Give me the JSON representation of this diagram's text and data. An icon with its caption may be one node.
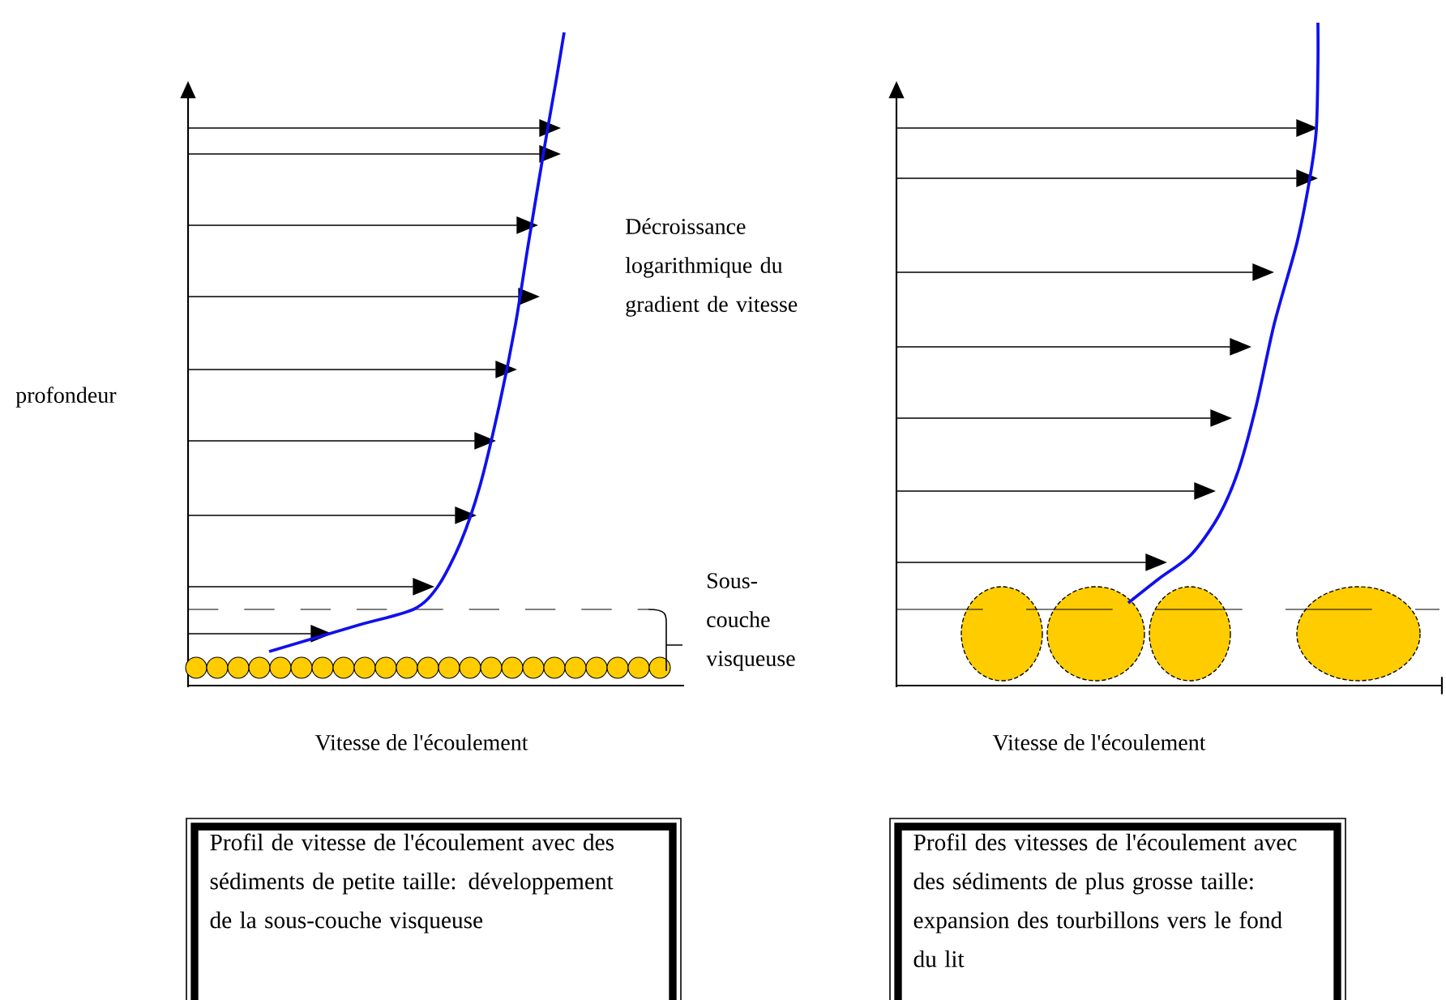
{
  "diagram": {
    "nodes": [
      {
        "text": [
          "Profil de vitesse de l'écoulement avec des sédiments de petite taille: développement de la sous-couche visqueuse"
        ]
      },
      {
        "text": [
          "Profil des vitesses de l'écoulement avec des sédiments de plus grosse taille: expansion des tourbillons vers le fond du lit"
        ]
      }
    ],
    "labels": [
      "profondeur",
      "Décroissance logarithmique du gradient de vitesse",
      "Sous-couche visqueuse",
      "Vitesse de l'écoulement",
      "Vitesse de l'écoulement"
    ]
  }
}
